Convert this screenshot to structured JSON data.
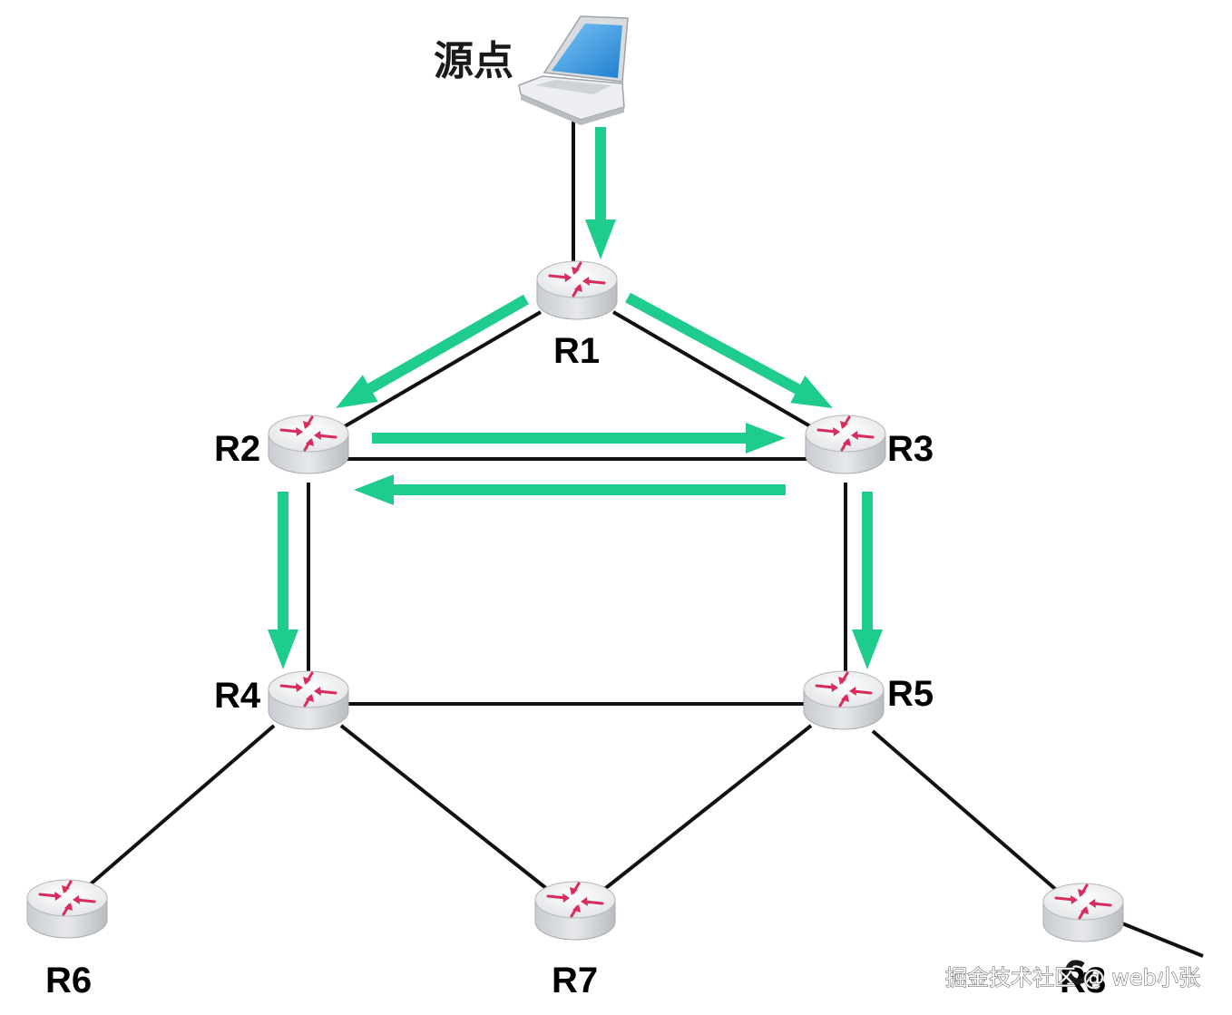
{
  "diagram": {
    "source": {
      "label": "源点",
      "icon": "laptop-icon"
    },
    "routers": [
      {
        "id": "R1",
        "label": "R1",
        "icon": "router-icon"
      },
      {
        "id": "R2",
        "label": "R2",
        "icon": "router-icon"
      },
      {
        "id": "R3",
        "label": "R3",
        "icon": "router-icon"
      },
      {
        "id": "R4",
        "label": "R4",
        "icon": "router-icon"
      },
      {
        "id": "R5",
        "label": "R5",
        "icon": "router-icon"
      },
      {
        "id": "R6",
        "label": "R6",
        "icon": "router-icon"
      },
      {
        "id": "R7",
        "label": "R7",
        "icon": "router-icon"
      },
      {
        "id": "R8",
        "label": "R8",
        "icon": "router-icon"
      }
    ],
    "links": [
      [
        "source",
        "R1"
      ],
      [
        "R1",
        "R2"
      ],
      [
        "R1",
        "R3"
      ],
      [
        "R2",
        "R3"
      ],
      [
        "R2",
        "R4"
      ],
      [
        "R3",
        "R5"
      ],
      [
        "R4",
        "R5"
      ],
      [
        "R4",
        "R6"
      ],
      [
        "R4",
        "R7"
      ],
      [
        "R5",
        "R7"
      ],
      [
        "R5",
        "R8"
      ]
    ],
    "flows": [
      [
        "source",
        "R1"
      ],
      [
        "R1",
        "R2"
      ],
      [
        "R1",
        "R3"
      ],
      [
        "R2",
        "R3"
      ],
      [
        "R3",
        "R2"
      ],
      [
        "R2",
        "R4"
      ],
      [
        "R3",
        "R5"
      ]
    ],
    "colors": {
      "flow_arrow": "#1ecc8c",
      "link": "#111111",
      "router_body": "#eceef0",
      "router_arrow": "#d92b5c",
      "laptop_screen": "#3a9be0"
    }
  },
  "watermark": {
    "text": "掘金技术社区 @ web小张"
  }
}
